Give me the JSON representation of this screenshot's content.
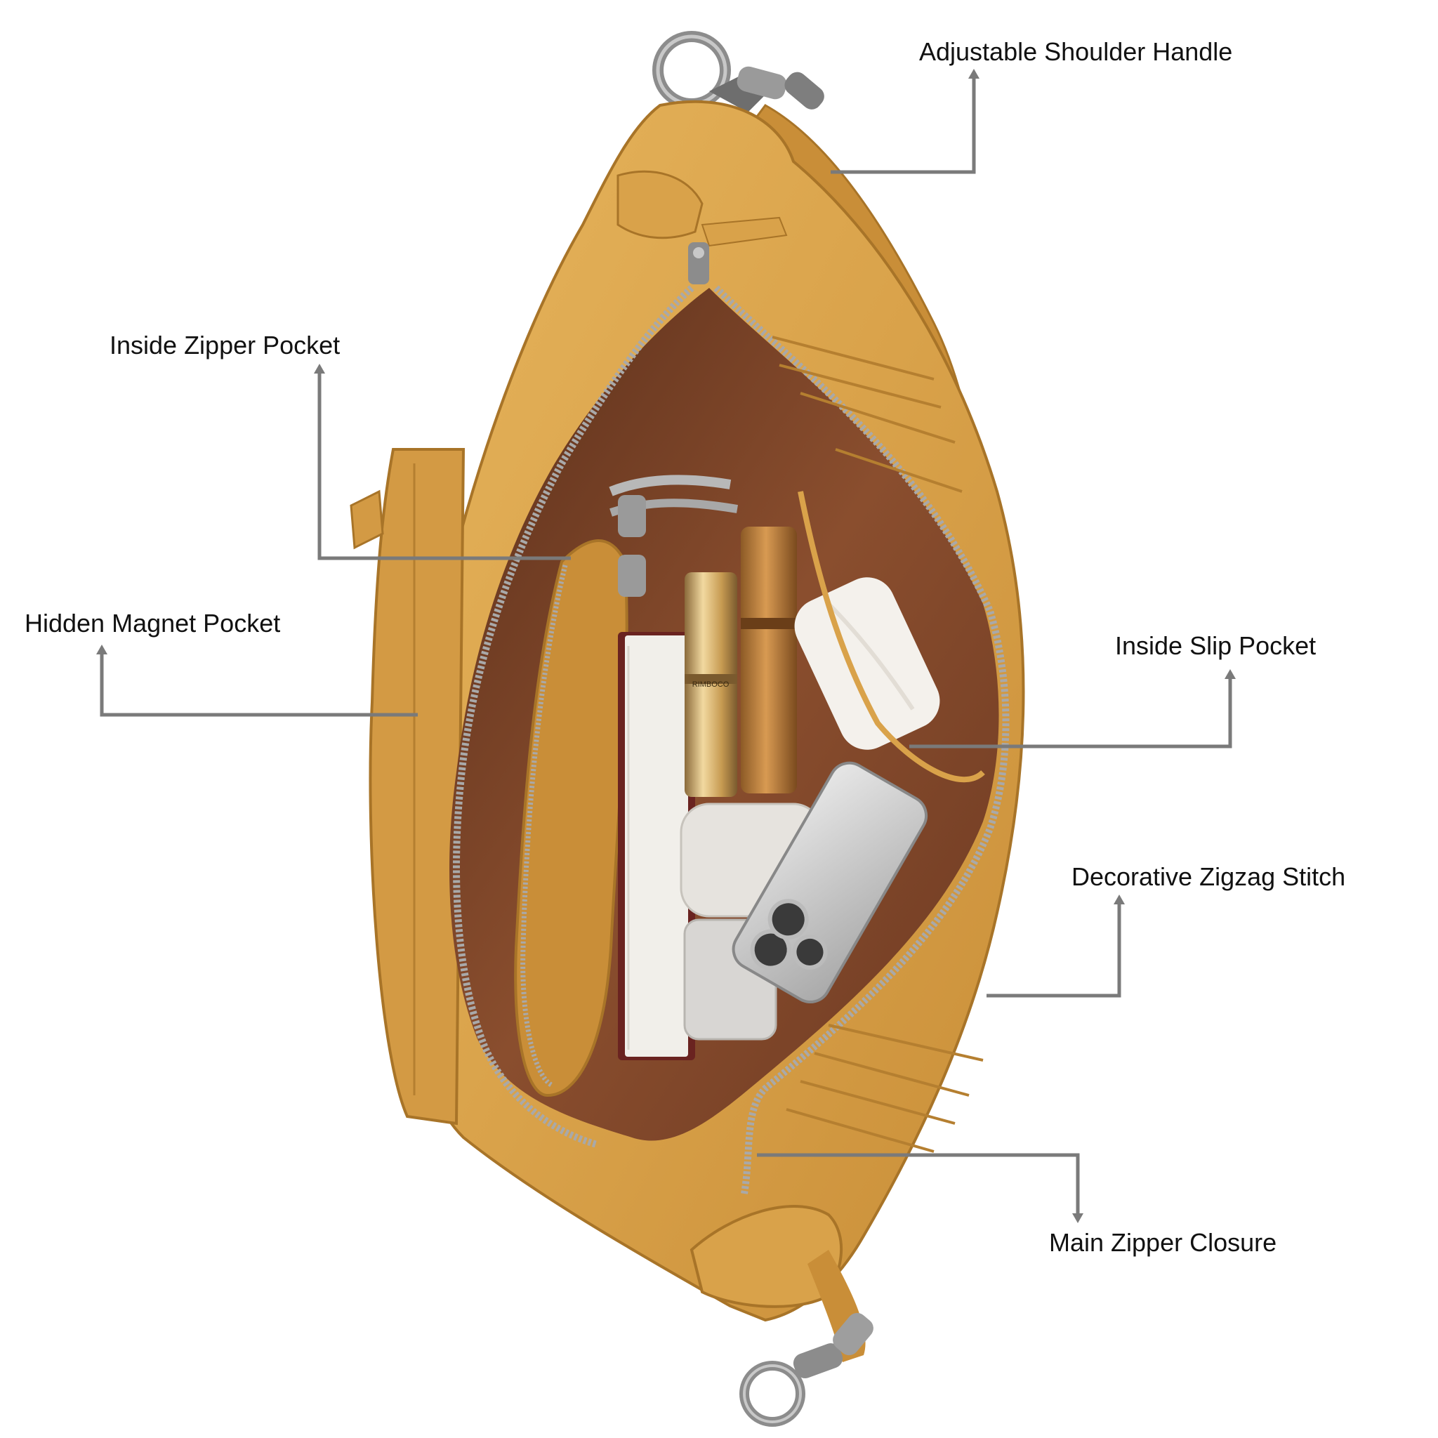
{
  "callouts": {
    "shoulder_handle": "Adjustable Shoulder  Handle",
    "inside_zipper_pocket": "Inside Zipper Pocket",
    "hidden_magnet_pocket": "Hidden Magnet Pocket",
    "inside_slip_pocket": "Inside Slip Pocket",
    "zigzag_stitch": "Decorative Zigzag Stitch",
    "main_zipper_closure": "Main Zipper Closure"
  },
  "lipstick_brand": "RIMBOCO",
  "colors": {
    "leather": "#D9A24A",
    "leather_dark": "#B97F2C",
    "leather_light": "#E8BB66",
    "lining": "#8A4E2E",
    "lining_dark": "#5A2E1A",
    "zipper": "#A9A9A9",
    "metal": "#8C8C8C",
    "callout_line": "#7A7A7A",
    "label_text": "#111111",
    "background": "#FFFFFF"
  }
}
